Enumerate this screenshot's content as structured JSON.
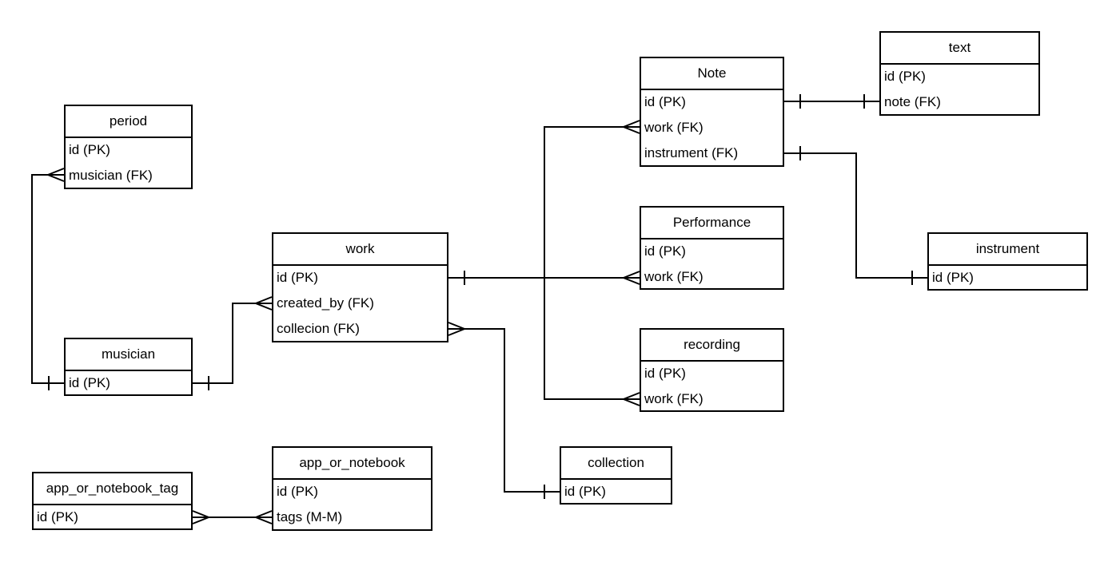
{
  "entities": {
    "text": {
      "title": "text",
      "fields": [
        "id (PK)",
        "note (FK)"
      ]
    },
    "note": {
      "title": "Note",
      "fields": [
        "id (PK)",
        "work (FK)",
        "instrument (FK)"
      ]
    },
    "period": {
      "title": "period",
      "fields": [
        "id (PK)",
        "musician (FK)"
      ]
    },
    "work": {
      "title": "work",
      "fields": [
        "id (PK)",
        "created_by (FK)",
        "collecion (FK)"
      ]
    },
    "performance": {
      "title": "Performance",
      "fields": [
        "id (PK)",
        "work (FK)"
      ]
    },
    "instrument": {
      "title": "instrument",
      "fields": [
        "id (PK)"
      ]
    },
    "recording": {
      "title": "recording",
      "fields": [
        "id (PK)",
        "work (FK)"
      ]
    },
    "musician": {
      "title": "musician",
      "fields": [
        "id (PK)"
      ]
    },
    "collection": {
      "title": "collection",
      "fields": [
        "id (PK)"
      ]
    },
    "app_or_notebook": {
      "title": "app_or_notebook",
      "fields": [
        "id (PK)",
        "tags (M-M)"
      ]
    },
    "app_or_notebook_tag": {
      "title": "app_or_notebook_tag",
      "fields": [
        "id (PK)"
      ]
    }
  },
  "relationships": [
    {
      "from": "Note.id",
      "to": "text.note",
      "from_card": "one",
      "to_card": "one"
    },
    {
      "from": "Note.instrument",
      "to": "instrument.id",
      "from_card": "one",
      "to_card": "one"
    },
    {
      "from": "work.id",
      "to": "Note.work",
      "from_card": "one",
      "to_card": "many"
    },
    {
      "from": "work.id",
      "to": "Performance.work",
      "from_card": "one",
      "to_card": "many"
    },
    {
      "from": "work.id",
      "to": "recording.work",
      "from_card": "one",
      "to_card": "many"
    },
    {
      "from": "work.collecion",
      "to": "collection.id",
      "from_card": "many",
      "to_card": "one"
    },
    {
      "from": "musician.id",
      "to": "work.created_by",
      "from_card": "one",
      "to_card": "many"
    },
    {
      "from": "musician.id",
      "to": "period.musician",
      "from_card": "one",
      "to_card": "many"
    },
    {
      "from": "app_or_notebook_tag.id",
      "to": "app_or_notebook.tags",
      "from_card": "many",
      "to_card": "many"
    }
  ],
  "colors": {
    "line": "#000000",
    "background": "#ffffff"
  }
}
